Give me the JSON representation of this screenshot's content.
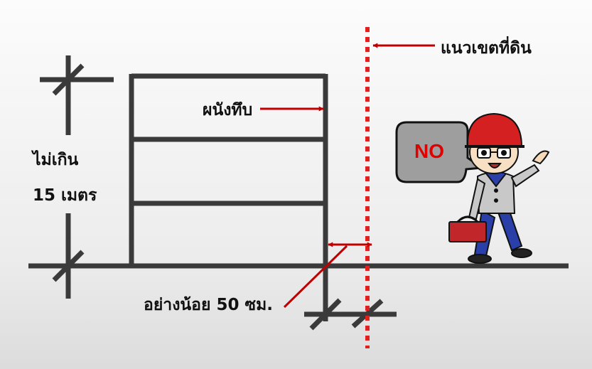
{
  "labels": {
    "land_boundary": "แนวเขตที่ดิน",
    "solid_wall": "ผนังทึบ",
    "height_line1": "ไม่เกิน",
    "height_line2": "15 เมตร",
    "setback": "อย่างน้อย 50 ซม.",
    "speech": "NO"
  },
  "colors": {
    "structure": "#3a3a3a",
    "arrow": "#c00000",
    "boundary": "#e0201e",
    "helmet": "#d42020",
    "bubble": "#9e9e9e",
    "speech_text": "#e00000"
  }
}
